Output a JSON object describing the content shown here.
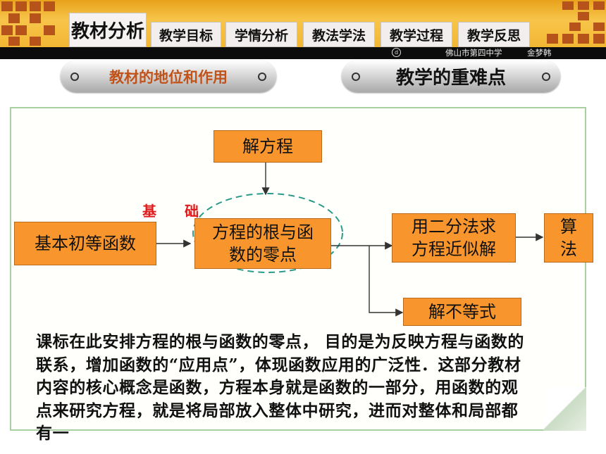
{
  "nav": {
    "active_tab": "教材分析",
    "tabs": [
      "教学目标",
      "学情分析",
      "教法学法",
      "教学过程",
      "教学反思"
    ]
  },
  "footer": {
    "school": "佛山市第四中学",
    "author": "金梦韩",
    "logo_char": "d"
  },
  "pills": {
    "left": "教材的地位和作用",
    "right": "教学的重难点"
  },
  "diagram": {
    "top": "解方程",
    "left": "基本初等函数",
    "center_line1": "方程的根与函",
    "center_line2": "数的零点",
    "right_line1": "用二分法求",
    "right_line2": "方程近似解",
    "far_right_line1": "算",
    "far_right_line2": "法",
    "bottom": "解不等式",
    "basis_1": "基",
    "basis_2": "础"
  },
  "paragraph": "课标在此安排方程的根与函数的零点， 目的是为反映方程与函数的联系，增加函数的“应用点”，体现函数应用的广泛性．这部分教材内容的核心概念是函数，方程本身就是函数的一部分，用函数的观点来研究方程，就是将局部放入整体中研究，进而对整体和局部都有一",
  "colors": {
    "box_fill": "#f8962d",
    "header_orange": "#f2b531",
    "accent_red": "#e01b1b",
    "ellipse": "#2a9a8a"
  }
}
